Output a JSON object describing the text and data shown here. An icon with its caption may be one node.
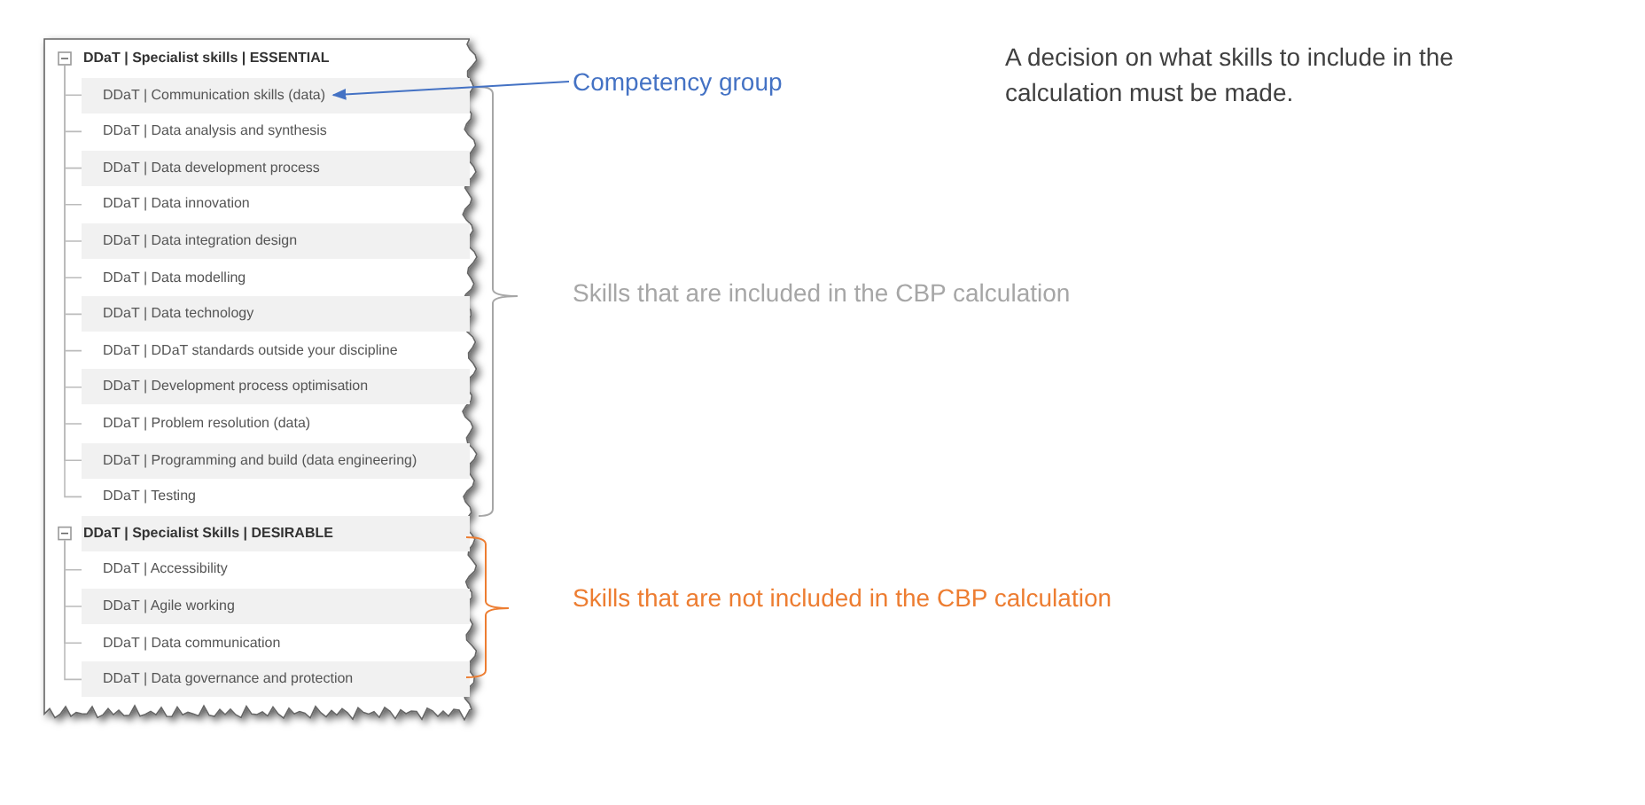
{
  "diagram": {
    "nodes": [
      {
        "text": [
          "DDaT | Specialist skills | ESSENTIAL"
        ]
      },
      {
        "text": [
          "DDaT | Communication skills (data)"
        ]
      },
      {
        "text": [
          "DDaT | Data analysis and synthesis"
        ]
      },
      {
        "text": [
          "DDaT | Data development process"
        ]
      },
      {
        "text": [
          "DDaT | Data innovation"
        ]
      },
      {
        "text": [
          "DDaT | Data integration design"
        ]
      },
      {
        "text": [
          "DDaT | Data modelling"
        ]
      },
      {
        "text": [
          "DDaT | Data technology"
        ]
      },
      {
        "text": [
          "DDaT | DDaT standards outside your discipline"
        ]
      },
      {
        "text": [
          "DDaT | Development process optimisation"
        ]
      },
      {
        "text": [
          "DDaT | Problem resolution (data)"
        ]
      },
      {
        "text": [
          "DDaT | Programming and build (data engineering)"
        ]
      },
      {
        "text": [
          "DDaT | Testing"
        ]
      },
      {
        "text": [
          "DDaT | Specialist Skills | DESIRABLE"
        ]
      },
      {
        "text": [
          "DDaT | Accessibility"
        ]
      },
      {
        "text": [
          "DDaT | Agile working"
        ]
      },
      {
        "text": [
          "DDaT | Data communication"
        ]
      },
      {
        "text": [
          "DDaT | Data governance and protection"
        ]
      },
      {
        "text": [
          "Competency group"
        ]
      }
    ],
    "edges": [
      {
        "from": 0,
        "to": 1,
        "arrow": "none"
      },
      {
        "from": 0,
        "to": 2,
        "arrow": "none"
      },
      {
        "from": 0,
        "to": 3,
        "arrow": "none"
      },
      {
        "from": 0,
        "to": 4,
        "arrow": "none"
      },
      {
        "from": 0,
        "to": 5,
        "arrow": "none"
      },
      {
        "from": 0,
        "to": 6,
        "arrow": "none"
      },
      {
        "from": 0,
        "to": 7,
        "arrow": "none"
      },
      {
        "from": 0,
        "to": 8,
        "arrow": "none"
      },
      {
        "from": 0,
        "to": 9,
        "arrow": "none"
      },
      {
        "from": 0,
        "to": 10,
        "arrow": "none"
      },
      {
        "from": 0,
        "to": 11,
        "arrow": "none"
      },
      {
        "from": 0,
        "to": 12,
        "arrow": "none"
      },
      {
        "from": 13,
        "to": 14,
        "arrow": "none"
      },
      {
        "from": 13,
        "to": 15,
        "arrow": "none"
      },
      {
        "from": 13,
        "to": 16,
        "arrow": "none"
      },
      {
        "from": 13,
        "to": 17,
        "arrow": "none"
      },
      {
        "from": 18,
        "to": 1,
        "arrow": "to",
        "color": "#4472c4"
      }
    ],
    "labels": [
      "A decision on what skills to include in the calculation must be made.",
      "Skills that are included in the CBP calculation",
      "Skills that are not included in the CBP calculation"
    ]
  }
}
